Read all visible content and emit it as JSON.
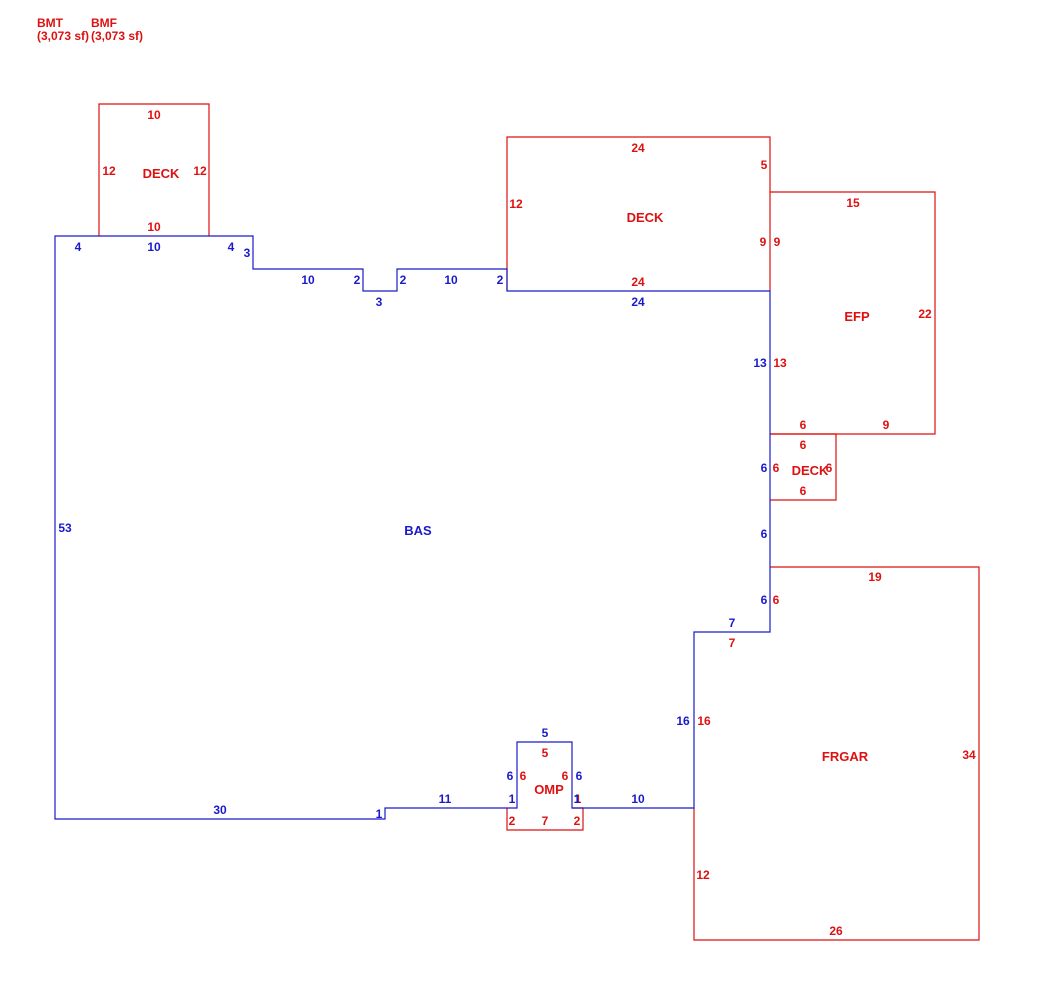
{
  "colors": {
    "building": "#1a1acc",
    "addition": "#dd1111",
    "background": "#ffffff"
  },
  "header": {
    "items": [
      {
        "code": "BMT",
        "area": "(3,073 sf)"
      },
      {
        "code": "BMF",
        "area": "(3,073 sf)"
      }
    ]
  },
  "areas": {
    "bas": "BAS",
    "deck_small": "DECK",
    "deck_large": "DECK",
    "efp": "EFP",
    "deck_mini": "DECK",
    "omp": "OMP",
    "frgar": "FRGAR"
  },
  "dims": {
    "deck_small": [
      "10",
      "12",
      "12",
      "10"
    ],
    "deck_large": [
      "24",
      "5",
      "12",
      "9",
      "24"
    ],
    "efp": [
      "15",
      "9",
      "22",
      "13",
      "6",
      "9"
    ],
    "deck_mini": [
      "6",
      "6",
      "6",
      "6"
    ],
    "frgar": [
      "19",
      "6",
      "7",
      "16",
      "34",
      "12",
      "26"
    ],
    "omp": [
      "5",
      "6",
      "6",
      "1",
      "2",
      "7",
      "2"
    ],
    "bas": [
      "4",
      "10",
      "4",
      "3",
      "10",
      "2",
      "3",
      "2",
      "10",
      "2",
      "24",
      "13",
      "6",
      "6",
      "6",
      "7",
      "16",
      "10",
      "1",
      "6",
      "5",
      "6",
      "1",
      "11",
      "1",
      "30",
      "53"
    ]
  }
}
